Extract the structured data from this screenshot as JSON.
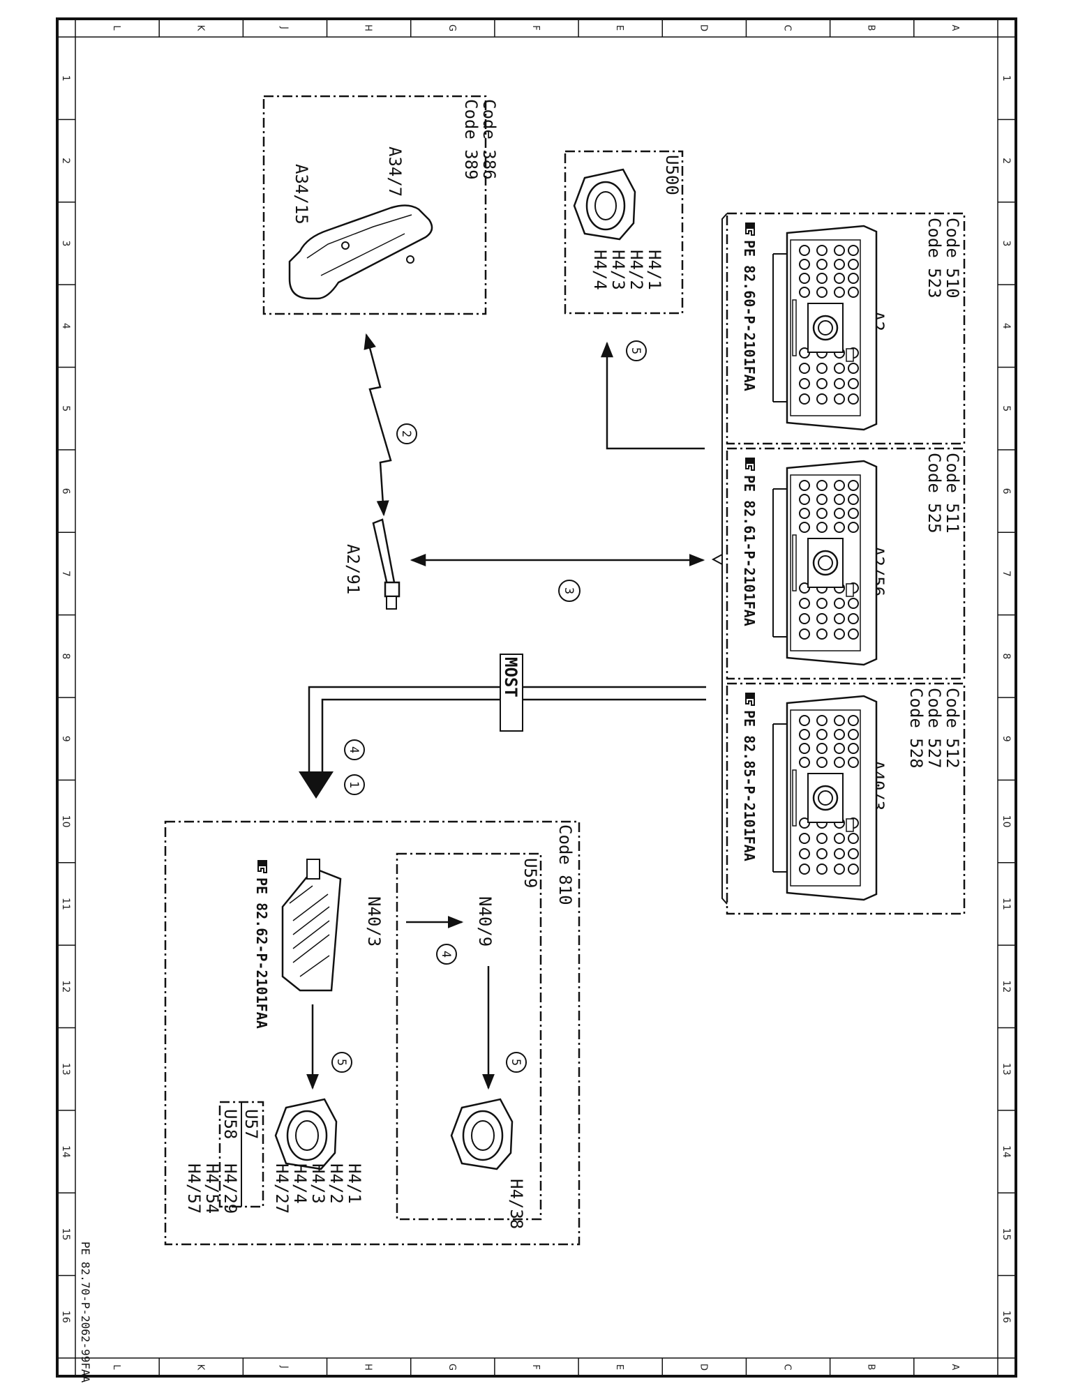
{
  "sheet": {
    "document_number": "PE 82.70-P-2062-99FAA",
    "zone_letters": [
      "L",
      "K",
      "J",
      "H",
      "G",
      "F",
      "E",
      "D",
      "C",
      "B",
      "A"
    ],
    "zone_numbers": [
      "1",
      "2",
      "3",
      "4",
      "5",
      "6",
      "7",
      "8",
      "9",
      "10",
      "11",
      "12",
      "13",
      "14",
      "15",
      "16"
    ]
  },
  "bluetooth_box": {
    "codes": [
      "Code 386",
      "Code 389"
    ],
    "items": [
      "A34/7",
      "A34/15"
    ]
  },
  "u500_box": {
    "title": "U500",
    "items": [
      "H4/1",
      "H4/2",
      "H4/3",
      "H4/4"
    ]
  },
  "head_units": [
    {
      "codes": [
        "Code 510",
        "Code 523"
      ],
      "id": "A2",
      "ref": "PE 82.60-P-2101FAA"
    },
    {
      "codes": [
        "Code 511",
        "Code 525"
      ],
      "id": "A2/56",
      "ref": "PE 82.61-P-2101FAA"
    },
    {
      "codes": [
        "Code 512",
        "Code 527",
        "Code 528"
      ],
      "id": "A40/3",
      "ref": "PE 82.85-P-2101FAA"
    }
  ],
  "antenna": {
    "id": "A2/91"
  },
  "bus_label": "MOST",
  "step_numbers": {
    "n1": "1",
    "n2": "2",
    "n3": "3",
    "n4": "4",
    "n5": "5"
  },
  "amp_box": {
    "code": "Code 810",
    "amplifier_id": "N40/3",
    "amplifier_ref": "PE 82.62-P-2101FAA",
    "inner_title": "U59",
    "inner_id": "N40/9",
    "inner_speaker": "H4/38",
    "speakers_main": [
      "H4/1",
      "H4/2",
      "H4/3",
      "H4/4",
      "H4/27"
    ],
    "u57": "U57",
    "u58": "U58",
    "speakers_u57": [
      "H4/29"
    ],
    "speakers_u58": [
      "H4/54",
      "H4/57"
    ]
  }
}
